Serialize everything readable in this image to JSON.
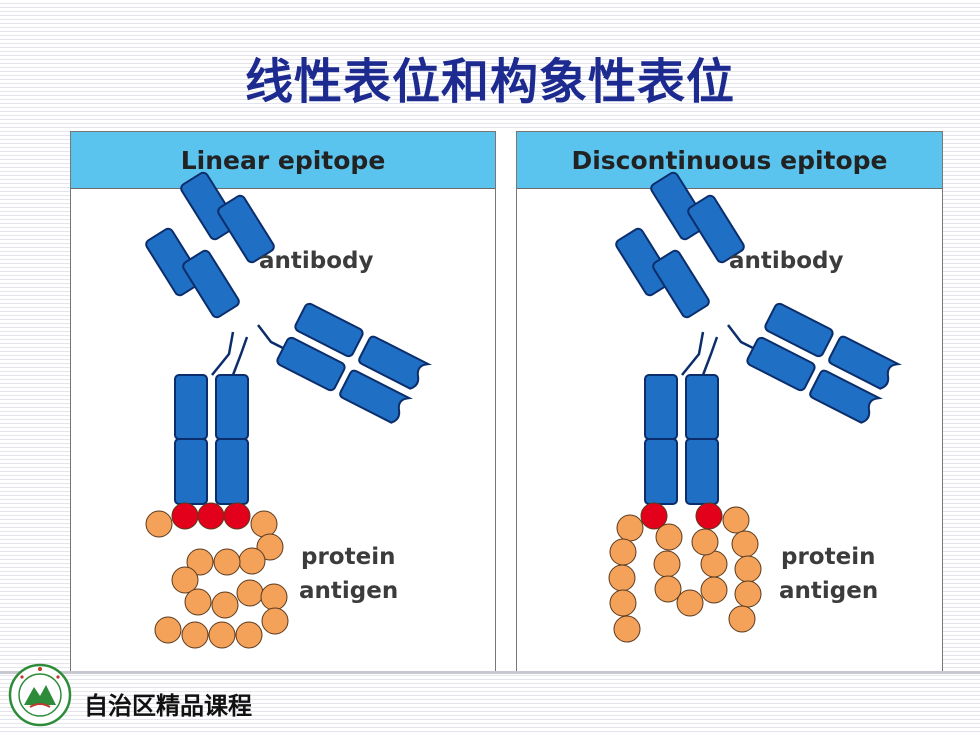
{
  "title": "线性表位和构象性表位",
  "panels": {
    "left": {
      "header": "Linear epitope",
      "antibody_label": "antibody",
      "antigen_label_line1": "protein",
      "antigen_label_line2": "antigen"
    },
    "right": {
      "header": "Discontinuous epitope",
      "antibody_label": "antibody",
      "antigen_label_line1": "protein",
      "antigen_label_line2": "antigen"
    }
  },
  "footer": {
    "text": "自治区精品课程",
    "logo_icon": "university-seal-icon"
  },
  "colors": {
    "title": "#1d2a8f",
    "header_bg": "#5bc4ee",
    "antibody_fill": "#1f6fc4",
    "antibody_stroke": "#0b2d6b",
    "residue": "#f4a15a",
    "epitope_residue": "#e3001b"
  }
}
